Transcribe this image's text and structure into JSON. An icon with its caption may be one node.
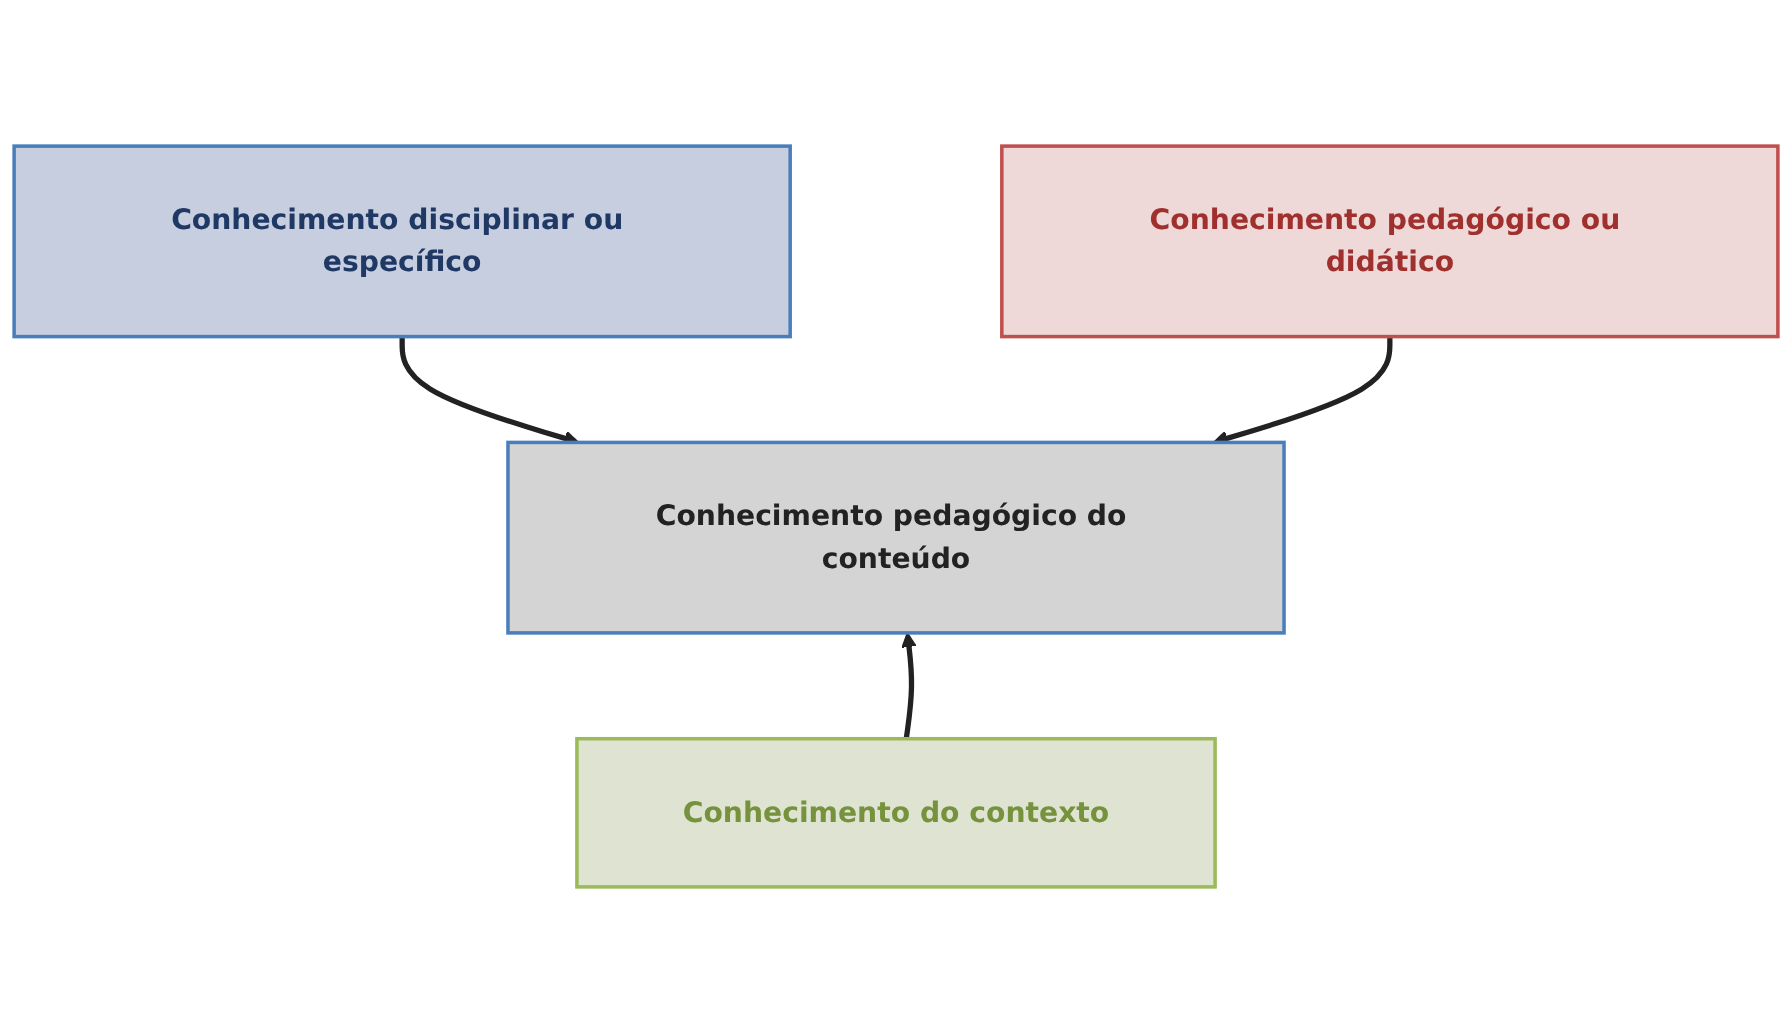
{
  "diagram": {
    "nodes": [
      {
        "text": [
          "Conhecimento disciplinar ou específico"
        ]
      },
      {
        "text": [
          "Conhecimento pedagógico ou didático"
        ]
      },
      {
        "text": [
          "Conhecimento pedagógico do conteúdo"
        ]
      },
      {
        "text": [
          "Conhecimento do contexto"
        ]
      }
    ],
    "edges": [
      {
        "from": 0,
        "to": 2,
        "arrow": "to"
      },
      {
        "from": 1,
        "to": 2,
        "arrow": "to"
      },
      {
        "from": 3,
        "to": 2,
        "arrow": "to"
      }
    ]
  }
}
